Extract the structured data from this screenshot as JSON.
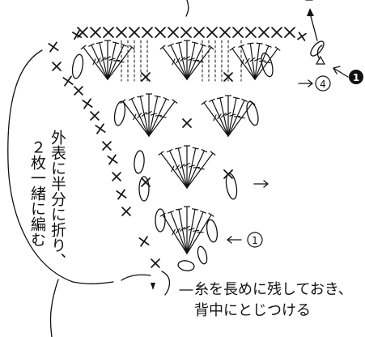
{
  "labels": {
    "fold_instruction_line1": "外表に半分に折り、",
    "fold_instruction_line2": "２枚一緒に編む",
    "end_instruction_line1": "糸を長めに残しておき、",
    "end_instruction_line2": "背中にとじつける"
  },
  "row_markers": {
    "row1": "1",
    "row4": "4",
    "start": "1"
  },
  "colors": {
    "ink": "#111111",
    "background": "#ffffff"
  }
}
